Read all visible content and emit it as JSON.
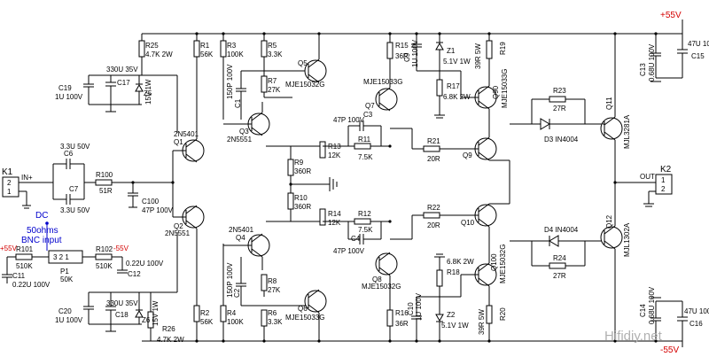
{
  "rails": {
    "pos": "+55V",
    "neg": "-55V",
    "pos_left": "+55V",
    "neg_left": "-55V"
  },
  "connectors": {
    "k1": "K1",
    "k1_in": "IN+",
    "k2": "K2",
    "k2_out": "OUT",
    "pin1": "1",
    "pin2": "2",
    "p1_pins": "3  2  1"
  },
  "source": {
    "dc": "DC",
    "line2": "50ohms",
    "line3": "BNC input"
  },
  "watermark": "Hifidiy.net",
  "parts": {
    "R25": "R25",
    "R25v": "4.7K 2W",
    "R26": "R26",
    "R26v": "4.7K 2W",
    "R1": "R1",
    "R1v": "56K",
    "R2": "R2",
    "R2v": "56K",
    "R3": "R3",
    "R3v": "100K",
    "R4": "R4",
    "R4v": "100K",
    "R5": "R5",
    "R5v": "3.3K",
    "R6": "R6",
    "R6v": "3.3K",
    "R7": "R7",
    "R7v": "27K",
    "R8": "R8",
    "R8v": "27K",
    "R9": "R9",
    "R9v": "360R",
    "R10": "R10",
    "R10v": "360R",
    "R11": "R11",
    "R11v": "7.5K",
    "R12": "R12",
    "R12v": "7.5K",
    "R13": "R13",
    "R13v": "12K",
    "R14": "R14",
    "R14v": "12K",
    "R15": "R15",
    "R15v": "36R",
    "R16": "R16",
    "R16v": "36R",
    "R17": "R17",
    "R17v": "6.8K 2W",
    "R18": "R18",
    "R18v": "6.8K 2W",
    "R19": "R19",
    "R19v": "39R 5W",
    "R20": "R20",
    "R20v": "39R 5W",
    "R21": "R21",
    "R21v": "20R",
    "R22": "R22",
    "R22v": "20R",
    "R23": "R23",
    "R23v": "27R",
    "R24": "R24",
    "R24v": "27R",
    "R100": "R100",
    "R100v": "51R",
    "R101": "R101",
    "R101v": "510K",
    "R102": "R102",
    "R102v": "510K",
    "P1": "P1",
    "P1v": "50K",
    "C6": "C6",
    "C6v": "3.3U 50V",
    "C7": "C7",
    "C7v": "3.3U 50V",
    "C100": "C100",
    "C100v": "47P 100V",
    "C11": "C11",
    "C11v": "0.22U 100V",
    "C12": "C12",
    "C12v": "0.22U 100V",
    "C17": "C17",
    "C17v": "330U 35V",
    "C18": "C18",
    "C18v": "330U 35V",
    "C19": "C19",
    "C19v": "1U 100V",
    "C20": "C20",
    "C20v": "1U 100V",
    "C1": "C1",
    "C1v": "150P 100V",
    "C2": "C2",
    "C2v": "150P 100V",
    "C3": "C3",
    "C3v": "47P 100V",
    "C4": "C4",
    "C4v": "47P 100V",
    "C9": "C9",
    "C9v": "1U 100V",
    "C10": "C10",
    "C10v": "1U 100V",
    "C13": "C13",
    "C13v": "0.68U 100V",
    "C14": "C14",
    "C14v": "0.68U 100V",
    "C15": "C15",
    "C15v": "47U 100V",
    "C16": "C16",
    "C16v": "47U 100V",
    "Z1": "Z1",
    "Z1v": "5.1V 1W",
    "Z2": "Z2",
    "Z2v": "5.1V 1W",
    "Z5": "Z5",
    "Z5v": "15V 1W",
    "Z6": "Z6",
    "Z6v": "15V 1W",
    "D3": "D3  IN4004",
    "D4": "D4  IN4004",
    "Q1": "Q1",
    "Q1v": "2N5401",
    "Q2": "Q2",
    "Q2v": "2N5551",
    "Q3": "Q3",
    "Q3v": "2N5551",
    "Q4": "Q4",
    "Q4v": "2N5401",
    "Q5": "Q5",
    "Q5v": "MJE15032G",
    "Q6": "Q6",
    "Q6v": "MJE15033G",
    "Q7": "Q7",
    "Q7v": "MJE15033G",
    "Q8": "Q8",
    "Q8v": "MJE15032G",
    "Q9": "Q9",
    "Q10": "Q10",
    "Q90": "Q90",
    "Q90v": "MJE15033G",
    "Q100": "Q100",
    "Q100v": "MJE15032G",
    "Q11": "Q11",
    "Q11v": "MJL3281A",
    "Q12": "Q12",
    "Q12v": "MJL1302A"
  }
}
